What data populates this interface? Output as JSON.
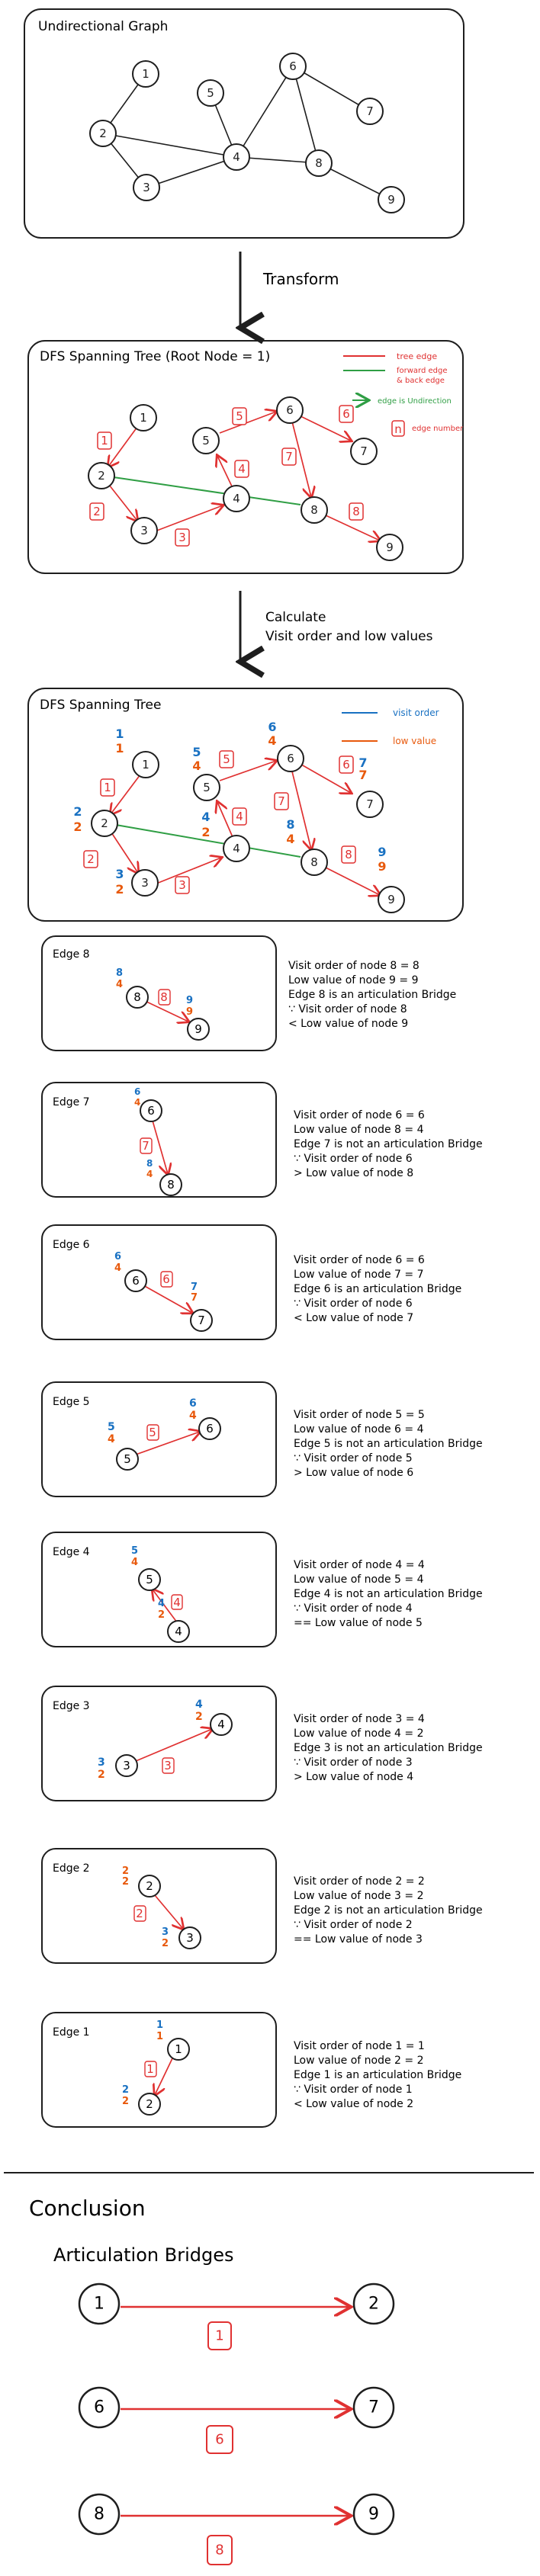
{
  "panels": {
    "graph_title": "Undirectional Graph",
    "tree_title": "DFS Spanning Tree (Root Node = 1)",
    "tree2_title": "DFS Spanning Tree"
  },
  "steps": {
    "transform": "Transform",
    "calculate_line1": "Calculate",
    "calculate_line2": "Visit order and low values"
  },
  "legend": {
    "tree_edge": "tree edge",
    "fb_edge_line1": "forward edge",
    "fb_edge_line2": "& back edge",
    "undirected": "edge is Undirection",
    "edge_number": "edge number",
    "visit_order": "visit order",
    "low_value": "low value"
  },
  "edges": [
    {
      "label": "Edge 8",
      "lines": [
        "Visit order of node 8 = 8",
        "Low value of node 9 = 9",
        "Edge 8 is an articulation Bridge",
        "∵ Visit order of node 8",
        "< Low value of node 9"
      ]
    },
    {
      "label": "Edge 7",
      "lines": [
        "Visit order of node 6 = 6",
        "Low value of node 8 = 4",
        "Edge 7 is not an articulation Bridge",
        "∵ Visit order of node 6",
        "> Low value of node 8"
      ]
    },
    {
      "label": "Edge 6",
      "lines": [
        "Visit order of node 6 = 6",
        "Low value of node 7 = 7",
        "Edge 6 is an articulation Bridge",
        "∵ Visit order of node 6",
        "< Low value of node 7"
      ]
    },
    {
      "label": "Edge 5",
      "lines": [
        "Visit order of node 5 = 5",
        "Low value of node 6 = 4",
        "Edge 5 is not an articulation Bridge",
        "∵ Visit order of node 5",
        "> Low value of node 6"
      ]
    },
    {
      "label": "Edge 4",
      "lines": [
        "Visit order of node 4 = 4",
        "Low value of node 5 = 4",
        "Edge 4 is not an articulation Bridge",
        "∵ Visit order of node 4",
        "== Low value of node 5"
      ]
    },
    {
      "label": "Edge 3",
      "lines": [
        "Visit order of node 3 = 4",
        "Low value of node 4 = 2",
        "Edge 3 is not an articulation Bridge",
        "∵ Visit order of node 3",
        "> Low value of node 4"
      ]
    },
    {
      "label": "Edge 2",
      "lines": [
        "Visit order of node 2 = 2",
        "Low value of node 3 = 2",
        "Edge 2 is not an articulation Bridge",
        "∵ Visit order of node 2",
        "== Low value of node 3"
      ]
    },
    {
      "label": "Edge 1",
      "lines": [
        "Visit order of node 1 = 1",
        "Low value of node 2 = 2",
        "Edge 1 is an articulation Bridge",
        "∵ Visit order of node 1",
        "< Low value of node 2"
      ]
    }
  ],
  "conclusion": {
    "heading": "Conclusion",
    "subheading": "Articulation Bridges",
    "bridges": [
      {
        "from": "1",
        "to": "2",
        "edge": "1"
      },
      {
        "from": "6",
        "to": "7",
        "edge": "6"
      },
      {
        "from": "8",
        "to": "9",
        "edge": "8"
      }
    ]
  },
  "colors": {
    "edge_red": "#e03131",
    "tree_green": "#2f9e44",
    "visit_blue": "#1971c2",
    "low_orange": "#e8590c",
    "ink": "#1e1e1e"
  }
}
